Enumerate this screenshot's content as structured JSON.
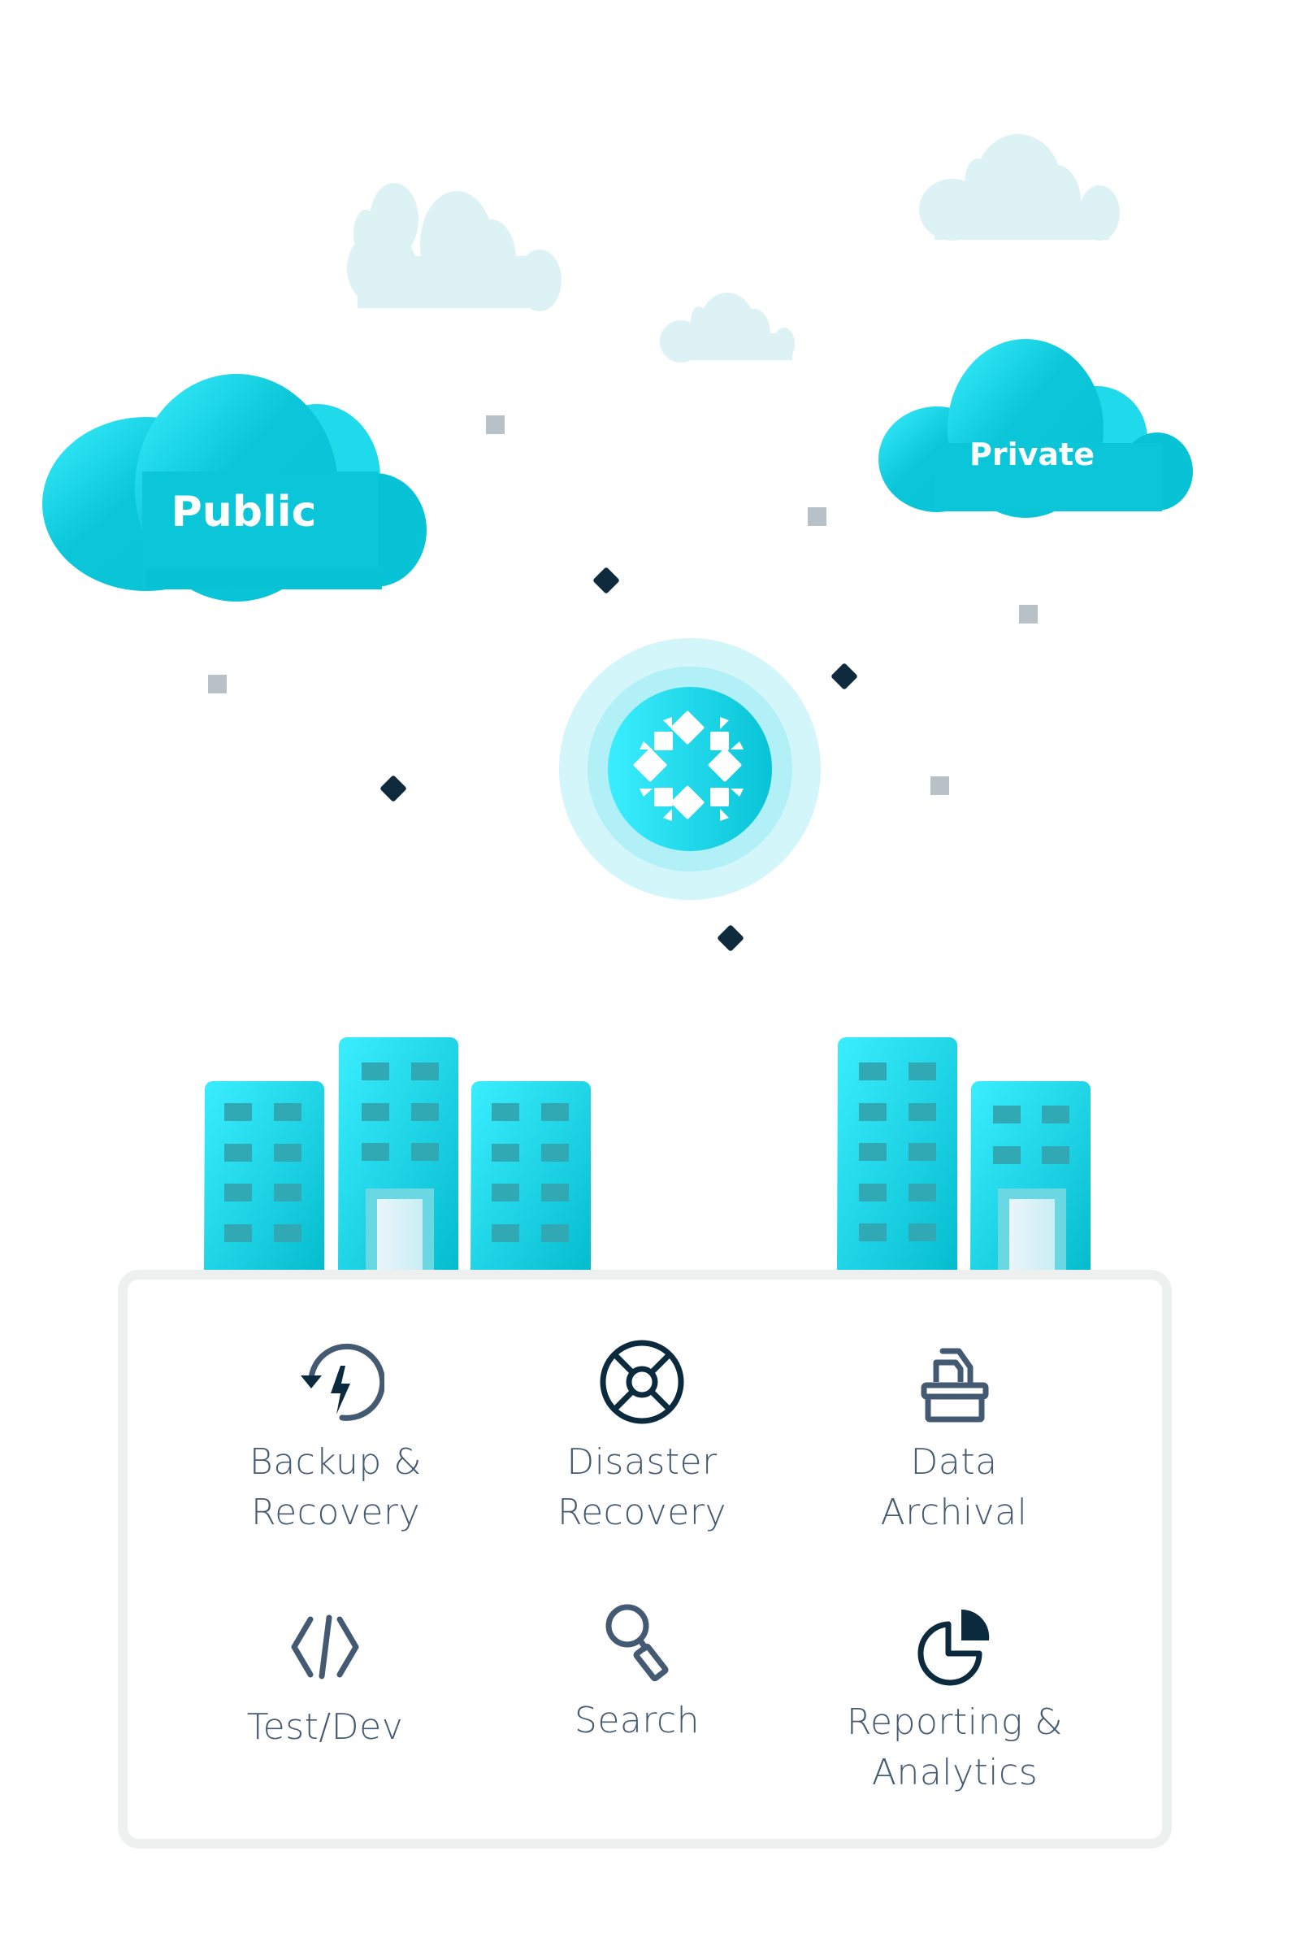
{
  "diagram": {
    "clouds": {
      "public": {
        "label": "Public"
      },
      "private": {
        "label": "Private"
      }
    },
    "hub": {
      "name": "data-management-platform-logo"
    },
    "colors": {
      "cyan_light": "#3aeefe",
      "cyan_dark": "#08c3d6",
      "pale_cloud": "#dcf2f5",
      "window": "#31a9b4",
      "diamond": "#0f2a3c",
      "square": "#b8c1c8",
      "text": "#435a72",
      "icon_dark": "#0b2a3e",
      "panel_border": "#eef0f0"
    },
    "features": [
      {
        "id": "backup-recovery",
        "icon": "backup-lightning-icon",
        "label": "Backup &\nRecovery"
      },
      {
        "id": "disaster-recovery",
        "icon": "lifebuoy-icon",
        "label": "Disaster\nRecovery"
      },
      {
        "id": "data-archival",
        "icon": "archive-box-icon",
        "label": "Data\nArchival"
      },
      {
        "id": "test-dev",
        "icon": "code-brackets-icon",
        "label": "Test/Dev"
      },
      {
        "id": "search",
        "icon": "magnifier-icon",
        "label": "Search"
      },
      {
        "id": "reporting-analytics",
        "icon": "pie-chart-icon",
        "label": "Reporting &\nAnalytics"
      }
    ]
  }
}
